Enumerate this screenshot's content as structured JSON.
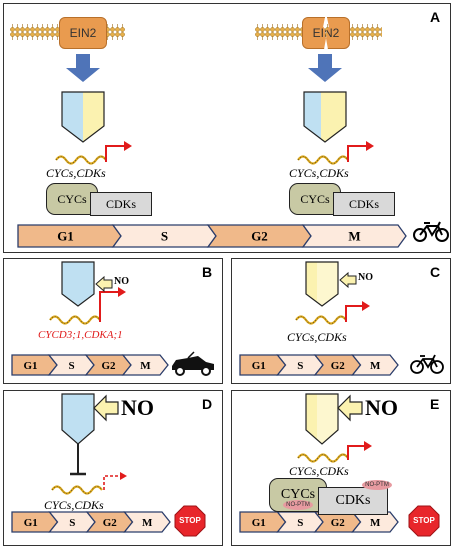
{
  "panels": {
    "A": {
      "label": "A"
    },
    "B": {
      "label": "B"
    },
    "C": {
      "label": "C"
    },
    "D": {
      "label": "D"
    },
    "E": {
      "label": "E"
    }
  },
  "ein2": {
    "left": "EIN2",
    "right": "EIN2"
  },
  "genes": {
    "a_left": "CYCs,CDKs",
    "a_right": "CYCs,CDKs",
    "b": "CYCD3;1,CDKA;1",
    "c": "CYCs,CDKs",
    "d": "CYCs,CDKs",
    "e": "CYCs,CDKs"
  },
  "proteins": {
    "cyc": "CYCs",
    "cdk": "CDKs",
    "ptm": "NO-PTM"
  },
  "phases": [
    "G1",
    "S",
    "G2",
    "M"
  ],
  "no_labels": {
    "b": "NO",
    "c": "NO",
    "d": "NO",
    "e": "NO"
  },
  "stop_sign": "STOP",
  "colors": {
    "ein2": "#e99b4f",
    "receptor_blue": "#bfe0f2",
    "receptor_yellow": "#fbf2b0",
    "phase_orange": "#f0b98a",
    "phase_light": "#fdeadd",
    "cyc_box": "#c8c9a4",
    "cdk_box": "#d9d9d9",
    "stop": "#e8262b",
    "arrow_blue": "#4f74b8"
  },
  "icons": [
    "bicycle-icon",
    "car-icon",
    "stop-sign-icon",
    "membrane-icon",
    "wave-icon"
  ]
}
